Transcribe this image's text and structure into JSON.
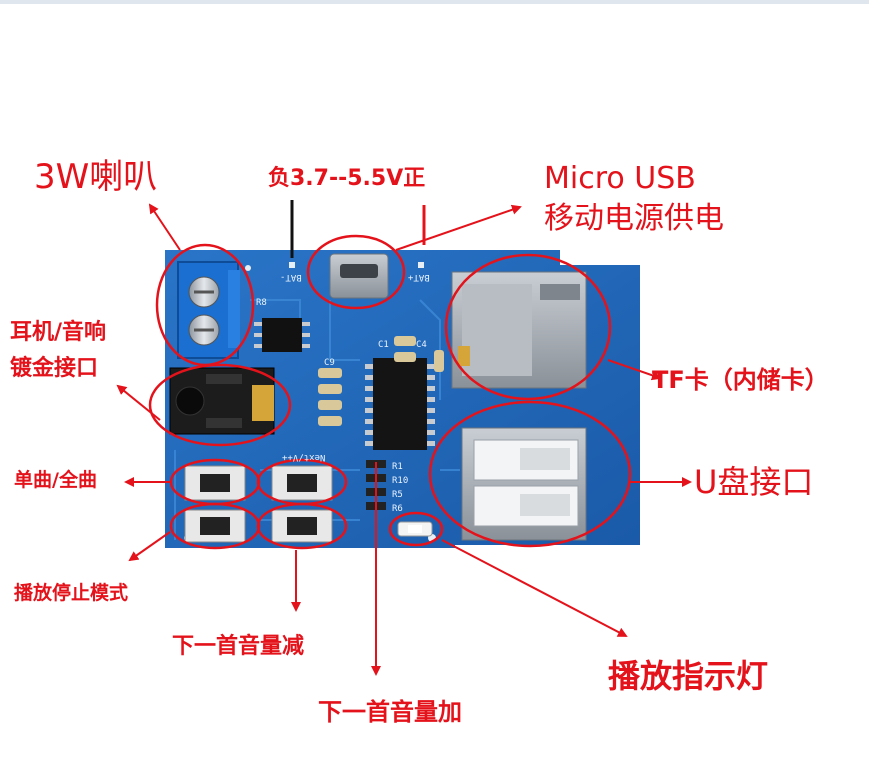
{
  "labels": {
    "speaker": "3W喇叭",
    "power": "负3.7--5.5V正",
    "usb_line1": "Micro USB",
    "usb_line2": "移动电源供电",
    "earphone_line1": "耳机/音响",
    "earphone_line2": "镀金接口",
    "tf_card": "TF卡（内储卡）",
    "u_disk": "U盘接口",
    "single_all": "单曲/全曲",
    "play_pause_mode": "播放停止模式",
    "prev_vol_down": "下一首音量减",
    "next_vol_up": "下一首音量加",
    "play_indicator": "播放指示灯"
  },
  "silkscreen": {
    "bat_minus": "BAT-",
    "bat_plus": "BAT+",
    "next": "Next/V++",
    "r1": "R1",
    "r10": "R10",
    "r8": "R8",
    "c1": "C1",
    "c4": "C4",
    "c9": "C9",
    "r5": "R5",
    "r6": "R6"
  },
  "colors": {
    "annotation_red": "#e4131b",
    "pcb_blue": "#1a5fb4"
  }
}
